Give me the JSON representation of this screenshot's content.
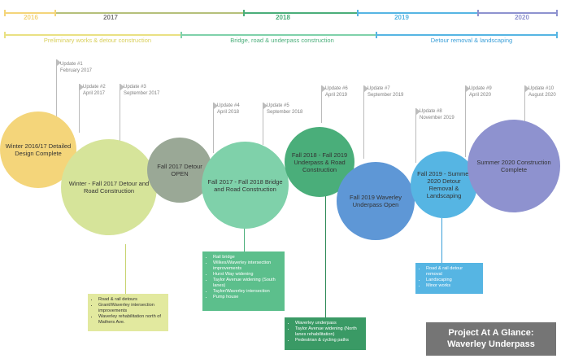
{
  "timeline": {
    "years": [
      "2016",
      "2017",
      "2018",
      "2019",
      "2020"
    ],
    "phases": [
      "Preliminary works & detour construction",
      "Bridge, road & underpass construction",
      "Detour removal & landscaping"
    ]
  },
  "updates": [
    {
      "label": "Update #1",
      "date": "February 2017"
    },
    {
      "label": "Update #2",
      "date": "April 2017"
    },
    {
      "label": "Update #3",
      "date": "September 2017"
    },
    {
      "label": "Update #4",
      "date": "April 2018"
    },
    {
      "label": "Update #5",
      "date": "September 2018"
    },
    {
      "label": "Update #6",
      "date": "April 2019"
    },
    {
      "label": "Update #7",
      "date": "September 2019"
    },
    {
      "label": "Update #8",
      "date": "November 2019"
    },
    {
      "label": "Update #9",
      "date": "April 2020"
    },
    {
      "label": "Update #10",
      "date": "August 2020"
    }
  ],
  "milestones": [
    {
      "text": "Winter 2016/17 Detailed Design Complete"
    },
    {
      "text": "Winter - Fall 2017 Detour and Road Construction"
    },
    {
      "text": "Fall 2017 Detour OPEN"
    },
    {
      "text": "Fall 2017 - Fall 2018 Bridge and Road Construction"
    },
    {
      "text": "Fall 2018 - Fall 2019 Underpass & Road Construction"
    },
    {
      "text": "Fall 2019 Waverley Underpass Open"
    },
    {
      "text": "Fall 2019 - Summer 2020 Detour Removal & Landscaping"
    },
    {
      "text": "Summer 2020 Construction Complete"
    }
  ],
  "detail_boxes": [
    {
      "items": [
        "Road & rail detours",
        "Grant/Waverley intersection improvements",
        "Waverley rehabilitation north of Mathers Ave."
      ]
    },
    {
      "items": [
        "Rail bridge",
        "Wilkes/Waverley intersection improvements",
        "Hurst Way widening",
        "Taylor Avenue widening (South lanes)",
        "Taylor/Waverley intersection",
        "Pump house"
      ]
    },
    {
      "items": [
        "Waverley underpass",
        "Taylor Avenue widening (North lanes rehabilitation)",
        "Pedestrian & cycling paths"
      ]
    },
    {
      "items": [
        "Road & rail detour removal",
        "Landscaping",
        "Minor works"
      ]
    }
  ],
  "title_line1": "Project At A Glance:",
  "title_line2": "Waverley Underpass",
  "colors": {
    "yellow": "#f4d57a",
    "lime": "#d6e49a",
    "gray_green": "#9aa896",
    "green_light": "#7fd1aa",
    "green_dark": "#4aae7a",
    "blue": "#5e97d6",
    "cyan": "#56b5e3",
    "purple": "#8e92cf",
    "title_bg": "#757575"
  }
}
